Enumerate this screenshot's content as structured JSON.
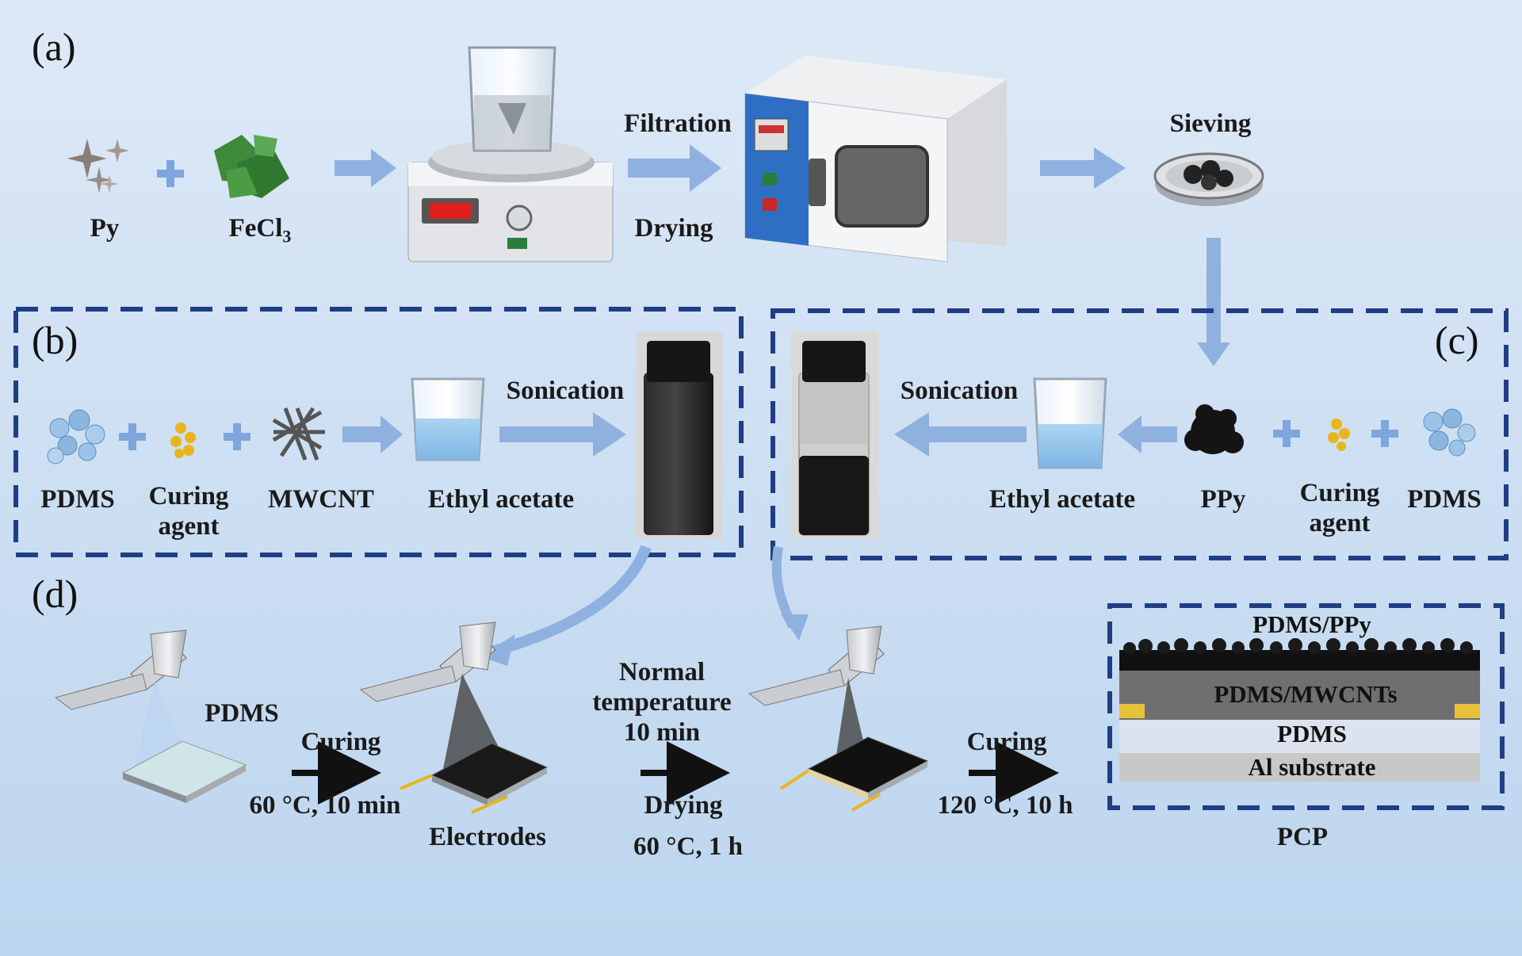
{
  "panels": {
    "a": "(a)",
    "b": "(b)",
    "c": "(c)",
    "d": "(d)"
  },
  "step_a": {
    "py": "Py",
    "fecl3_main": "FeCl",
    "fecl3_sub": "3",
    "filtration": "Filtration",
    "drying": "Drying",
    "sieving": "Sieving"
  },
  "step_b": {
    "pdms": "PDMS",
    "curing_agent_1": "Curing",
    "curing_agent_2": "agent",
    "mwcnt": "MWCNT",
    "ethyl_acetate": "Ethyl acetate",
    "sonication": "Sonication"
  },
  "step_c": {
    "sonication": "Sonication",
    "ethyl_acetate": "Ethyl acetate",
    "ppy": "PPy",
    "curing_agent_1": "Curing",
    "curing_agent_2": "agent",
    "pdms": "PDMS"
  },
  "step_d": {
    "pdms": "PDMS",
    "curing_1": "Curing",
    "cond_1": "60 °C, 10 min",
    "electrodes": "Electrodes",
    "normal_1": "Normal",
    "normal_2": "temperature",
    "normal_3": "10 min",
    "drying": "Drying",
    "cond_2": "60 °C, 1 h",
    "curing_2": "Curing",
    "cond_3": "120 °C, 10 h",
    "pcp": "PCP"
  },
  "layers": {
    "top": "PDMS/PPy",
    "mwcnt": "PDMS/MWCNTs",
    "pdms": "PDMS",
    "substrate": "Al substrate"
  },
  "colors": {
    "arrow_light": "#8fb1e0",
    "dash_border": "#1f3e86",
    "electrode": "#e8b51e",
    "film_black": "#111111"
  }
}
